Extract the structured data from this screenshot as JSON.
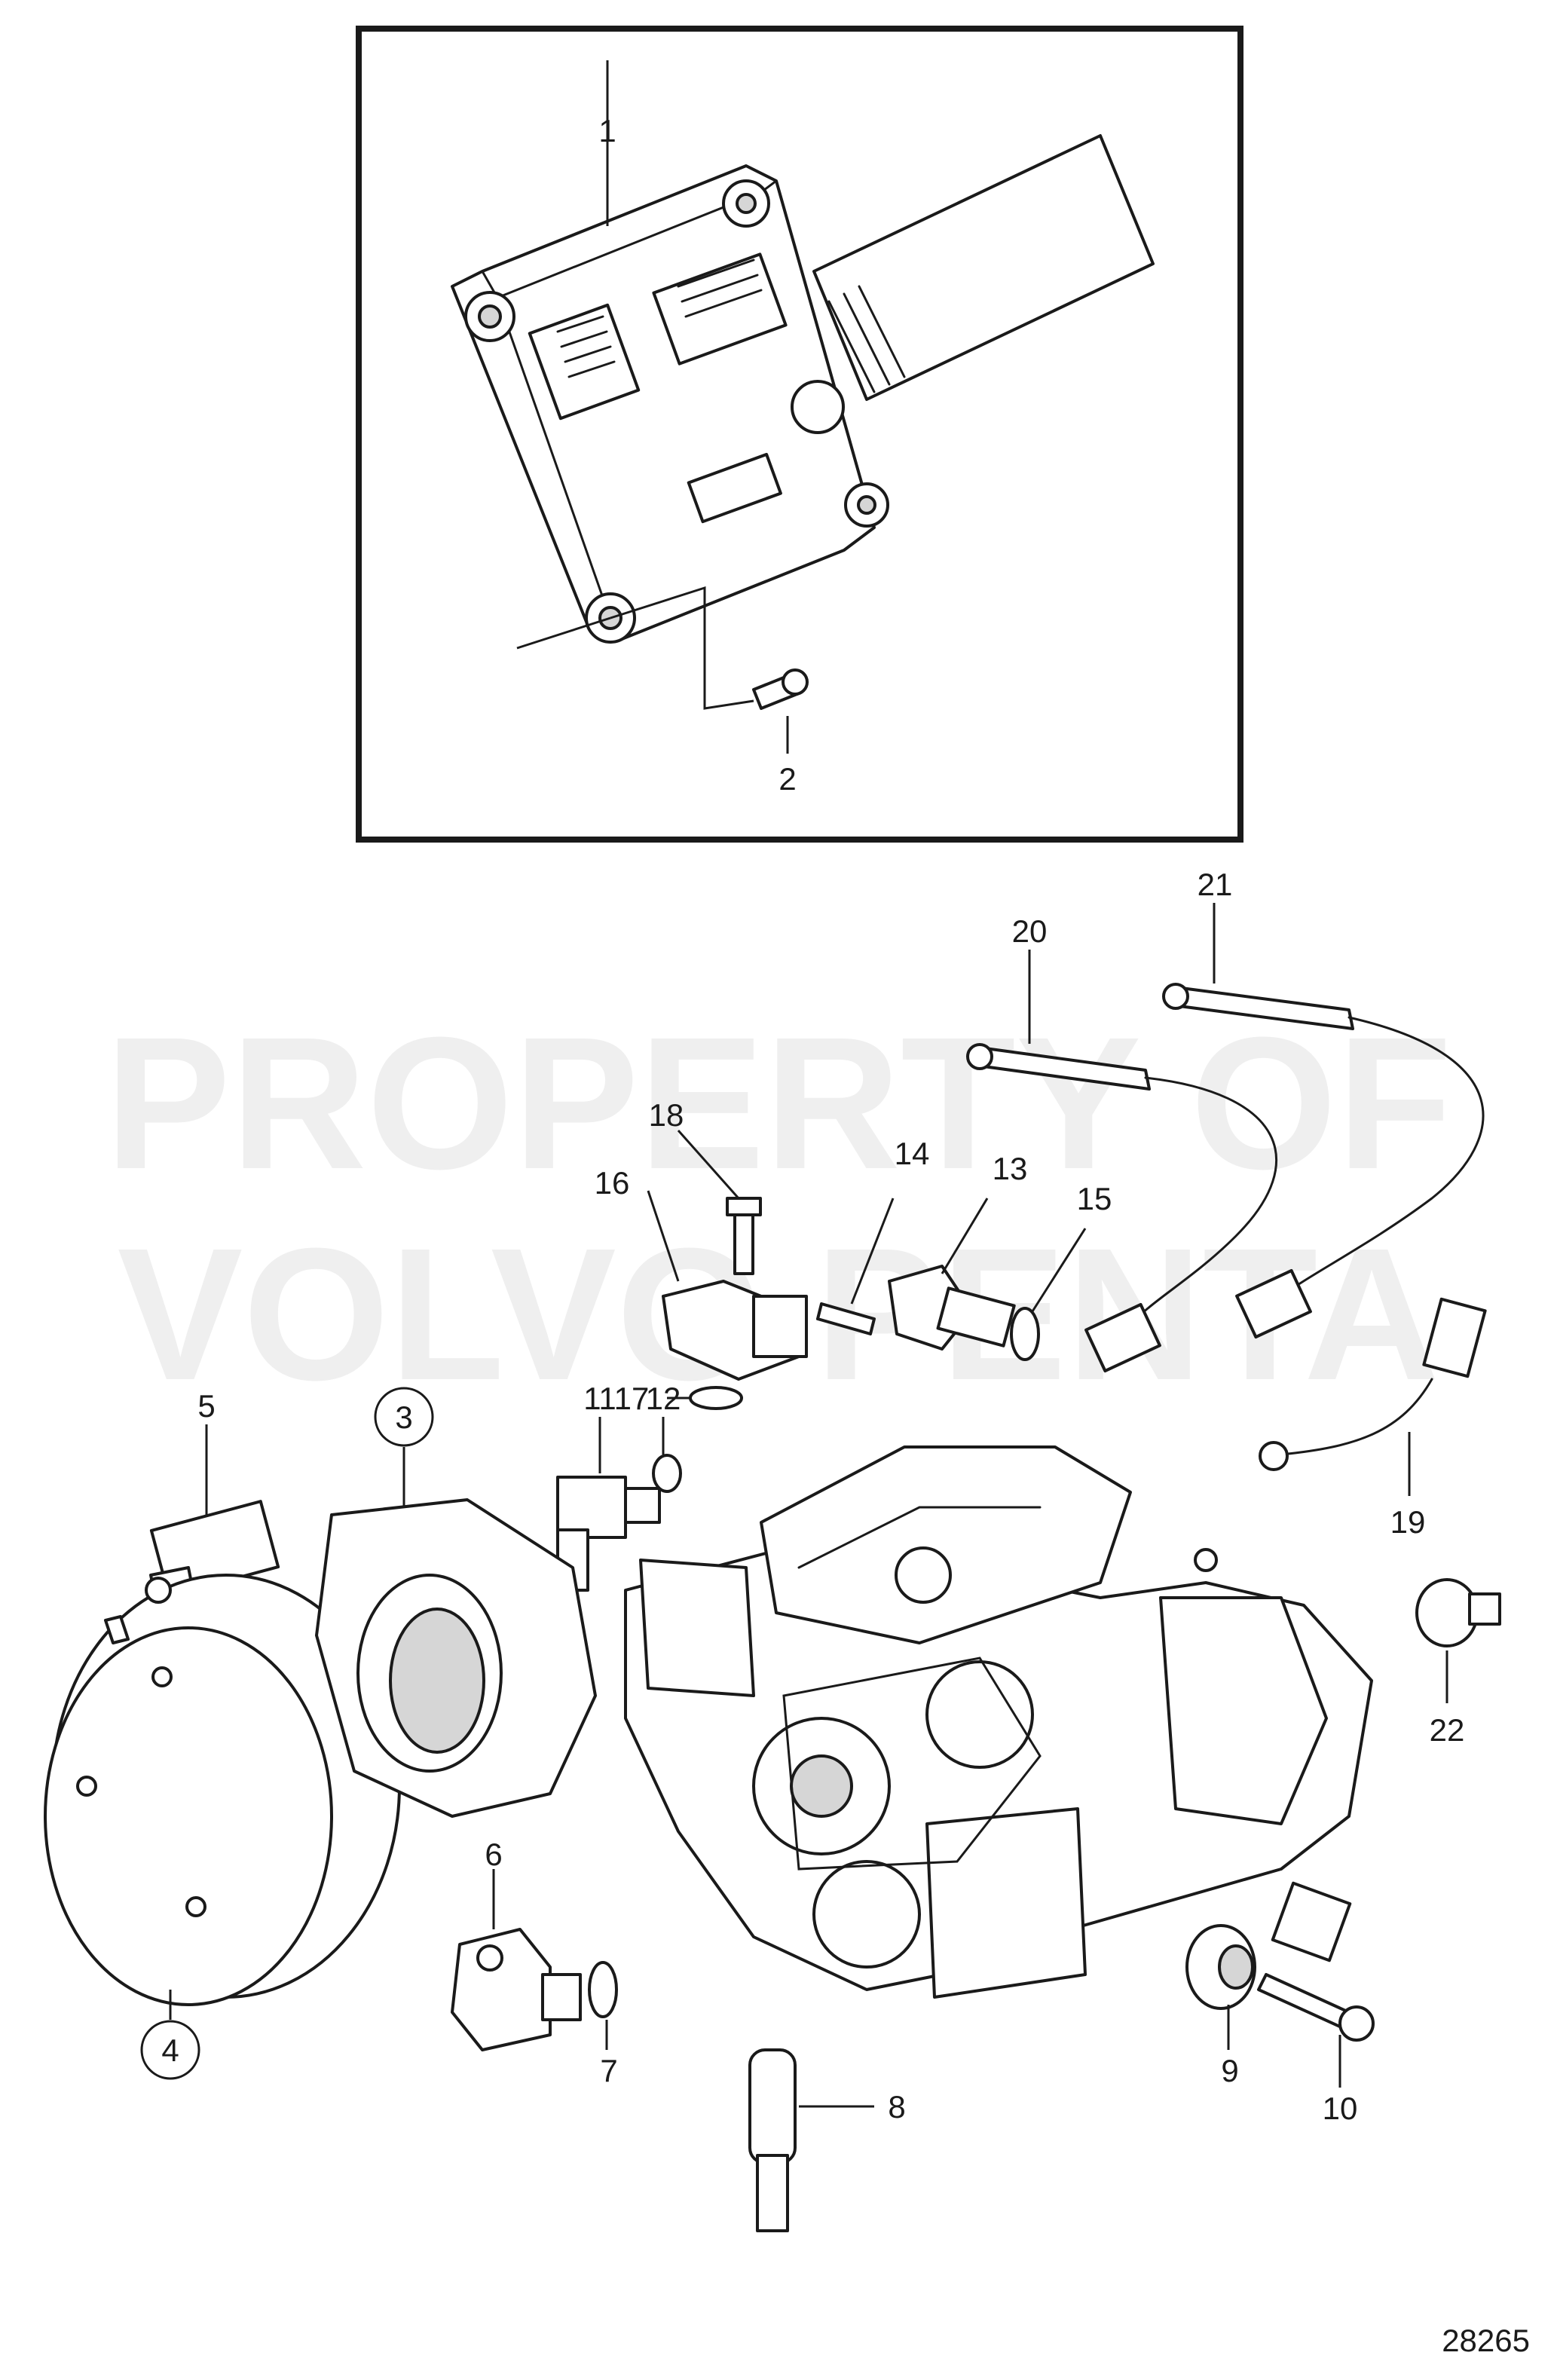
{
  "watermark": {
    "line1": "PROPERTY OF",
    "line2": "VOLVO PENTA"
  },
  "drawing_number": "28265",
  "callouts": {
    "p1": "1",
    "p2": "2",
    "p3": "3",
    "p4": "4",
    "p5": "5",
    "p6": "6",
    "p7": "7",
    "p8": "8",
    "p9": "9",
    "p10": "10",
    "p11": "11",
    "p12": "12",
    "p13": "13",
    "p14": "14",
    "p15": "15",
    "p16": "16",
    "p17": "17",
    "p18": "18",
    "p19": "19",
    "p20": "20",
    "p21": "21",
    "p22": "22"
  },
  "circled_callouts": [
    "3",
    "4"
  ]
}
